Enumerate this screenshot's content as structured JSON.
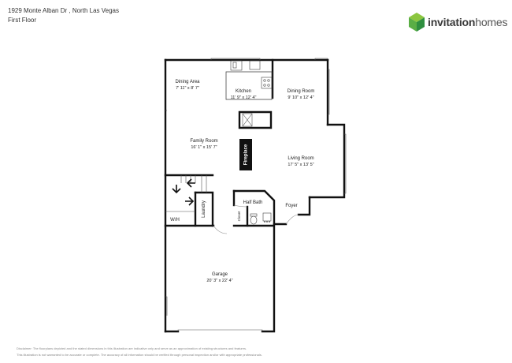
{
  "header": {
    "address": "1929 Monte Alban Dr , North Las Vegas",
    "floor": "First Floor"
  },
  "logo": {
    "icon": "invitation-homes-logo-icon",
    "brand_part1": "invitation",
    "brand_part2": "homes",
    "colors": {
      "green_light": "#8cc63f",
      "green_dark": "#3a9e4a",
      "text": "#3a3a3a"
    }
  },
  "rooms": {
    "dining_area": {
      "name": "Dining Area",
      "dims": "7' 11\" x 8' 7\""
    },
    "kitchen": {
      "name": "Kitchen",
      "dims": "11' 9\" x 12' 4\""
    },
    "dining_room": {
      "name": "Dining Room",
      "dims": "9' 10\" x 12' 4\""
    },
    "family_room": {
      "name": "Family Room",
      "dims": "16' 1\" x 15' 7\""
    },
    "living_room": {
      "name": "Living Room",
      "dims": "17' 5\" x 13' 5\""
    },
    "fireplace": {
      "name": "Fireplace"
    },
    "half_bath": {
      "name": "Half Bath"
    },
    "foyer": {
      "name": "Foyer"
    },
    "laundry": {
      "name": "Laundry"
    },
    "closet": {
      "name": "Closet"
    },
    "wh": {
      "name": "W/H"
    },
    "garage": {
      "name": "Garage",
      "dims": "20' 3\" x 22' 4\""
    }
  },
  "disclaimer": {
    "line1": "Disclaimer: The floorplans depicted and the stated dimensions in this illustration are indicative only and serve as an approximation of existing structures and features.",
    "line2": "This illustration is not warranted to be accurate or complete. The accuracy of all information should be verified through personal inspection and/or with appropriate professionals."
  }
}
